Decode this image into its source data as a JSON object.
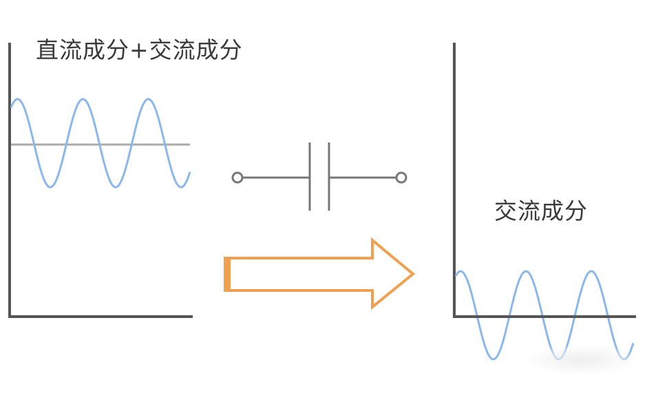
{
  "labels": {
    "input": "直流成分+交流成分",
    "output": "交流成分"
  },
  "colors": {
    "axis": "#555555",
    "dc_level": "#aaaaaa",
    "wave": "#8ab8ec",
    "capacitor": "#777777",
    "arrow": "#f0a050",
    "text": "#3a3a3a"
  },
  "icons": {
    "capacitor": "capacitor-symbol",
    "arrow": "right-arrow-outline"
  }
}
